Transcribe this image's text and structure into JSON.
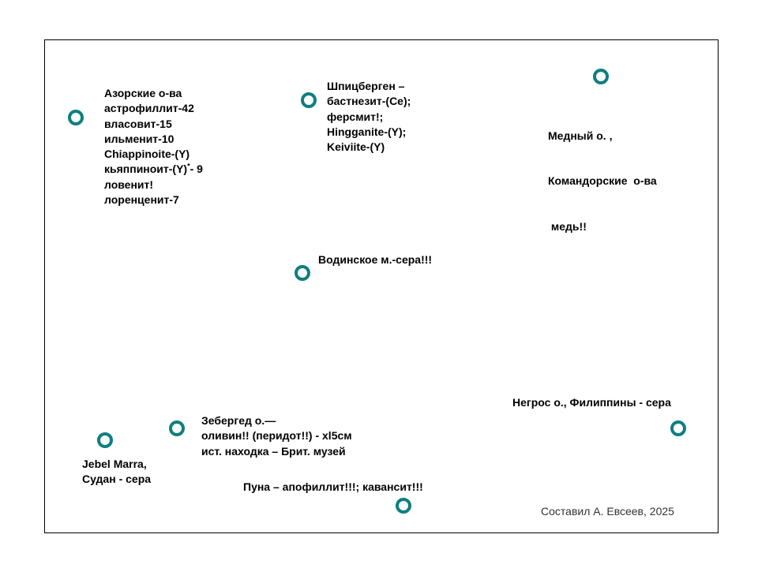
{
  "colors": {
    "marker": "#0e7f7f",
    "frame": "#000000",
    "text": "#000000",
    "credit_text": "#333333"
  },
  "marker_icon": "ring-marker-icon",
  "locations": {
    "azores": {
      "lines": [
        "Азорские о-ва",
        "астрофиллит-42",
        "власовит-15",
        "ильменит-10",
        "Chiappinoite-(Y)",
        "кьяппиноит-(Y)",
        "- 9",
        "ловенит!",
        "лоренценит-7"
      ],
      "sup": "*"
    },
    "spitsbergen": {
      "lines": [
        "Шпицберген –",
        "бастнезит-(Ce);",
        "ферсмит!;",
        "Hingganite-(Y);",
        "Keiviite-(Y)"
      ]
    },
    "medny": {
      "lines": [
        "Медный о. ,",
        "Командорские  о-ва",
        " медь!!"
      ]
    },
    "vodinskoe": {
      "lines": [
        "Водинское м.-сера!!!"
      ]
    },
    "negros": {
      "lines": [
        "Негрос о., Филиппины - сера"
      ]
    },
    "zabargad": {
      "lines": [
        "Зебергед о.—",
        "оливин!! (перидот!!) - xl5см",
        "ист. находка – Брит. музей"
      ]
    },
    "jebel_marra": {
      "lines": [
        "Jebel Marra,",
        "Судан - сера"
      ]
    },
    "puna": {
      "lines": [
        "Пуна – апофиллит!!!; кавансит!!!"
      ]
    }
  },
  "credit": "Составил А. Евсеев, 2025"
}
